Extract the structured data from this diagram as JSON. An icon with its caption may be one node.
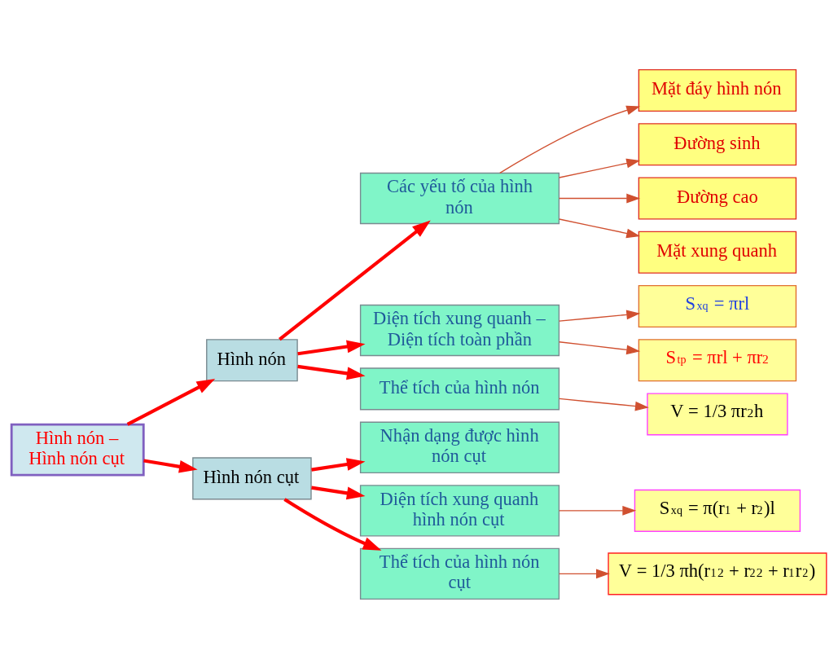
{
  "diagram": {
    "nodes": [
      {
        "text": [
          "Hình nón – Hình nón cụt"
        ]
      },
      {
        "text": [
          "Hình nón"
        ]
      },
      {
        "text": [
          "Các yếu tố của hình nón"
        ]
      },
      {
        "text": [
          "Mặt đáy hình nón"
        ]
      },
      {
        "text": [
          "Đường sinh"
        ]
      },
      {
        "text": [
          "Đường cao"
        ]
      },
      {
        "text": [
          "Mặt xung quanh"
        ]
      },
      {
        "text": [
          "Diện tích xung quanh – Diện tích toàn phần"
        ]
      },
      {
        "text": [
          "S$_{xq}$ = πrl"
        ]
      },
      {
        "text": [
          "S$_{tp}$ = πrl + πr$^{2}$"
        ]
      },
      {
        "text": [
          "Thể tích của hình nón"
        ]
      },
      {
        "text": [
          "V = 1/3 πr$^{2}$h"
        ]
      },
      {
        "text": [
          "Hình nón cụt"
        ]
      },
      {
        "text": [
          "Nhận dạng được hình nón cụt"
        ]
      },
      {
        "text": [
          "Diện tích xung quanh hình nón cụt"
        ]
      },
      {
        "text": [
          "S$_{xq}$ = π(r$_{1}$ + r$_{2}$)l"
        ]
      },
      {
        "text": [
          "Thể tích của hình nón cụt"
        ]
      },
      {
        "text": [
          "V = 1/3 πh(r$_{1}$$^{2}$ + r$_{2}$$^{2}$ + r$_{1}$r$_{2}$)"
        ]
      }
    ],
    "edges": [
      {
        "from": 0,
        "to": 1,
        "arrow": "to",
        "style": "thick",
        "color": "#ff0000"
      },
      {
        "from": 0,
        "to": 12,
        "arrow": "to",
        "style": "thick",
        "color": "#ff0000"
      },
      {
        "from": 1,
        "to": 2,
        "arrow": "to",
        "style": "thick",
        "color": "#ff0000"
      },
      {
        "from": 1,
        "to": 7,
        "arrow": "to",
        "style": "thick",
        "color": "#ff0000"
      },
      {
        "from": 1,
        "to": 10,
        "arrow": "to",
        "style": "thick",
        "color": "#ff0000"
      },
      {
        "from": 2,
        "to": 3,
        "arrow": "to"
      },
      {
        "from": 2,
        "to": 4,
        "arrow": "to"
      },
      {
        "from": 2,
        "to": 5,
        "arrow": "to"
      },
      {
        "from": 2,
        "to": 6,
        "arrow": "to"
      },
      {
        "from": 7,
        "to": 8,
        "arrow": "to"
      },
      {
        "from": 7,
        "to": 9,
        "arrow": "to"
      },
      {
        "from": 10,
        "to": 11,
        "arrow": "to"
      },
      {
        "from": 12,
        "to": 13,
        "arrow": "to",
        "style": "thick",
        "color": "#ff0000"
      },
      {
        "from": 12,
        "to": 14,
        "arrow": "to",
        "style": "thick",
        "color": "#ff0000"
      },
      {
        "from": 12,
        "to": 16,
        "arrow": "to",
        "style": "thick",
        "color": "#ff0000"
      },
      {
        "from": 14,
        "to": 15,
        "arrow": "to"
      },
      {
        "from": 16,
        "to": 17,
        "arrow": "to"
      }
    ]
  }
}
